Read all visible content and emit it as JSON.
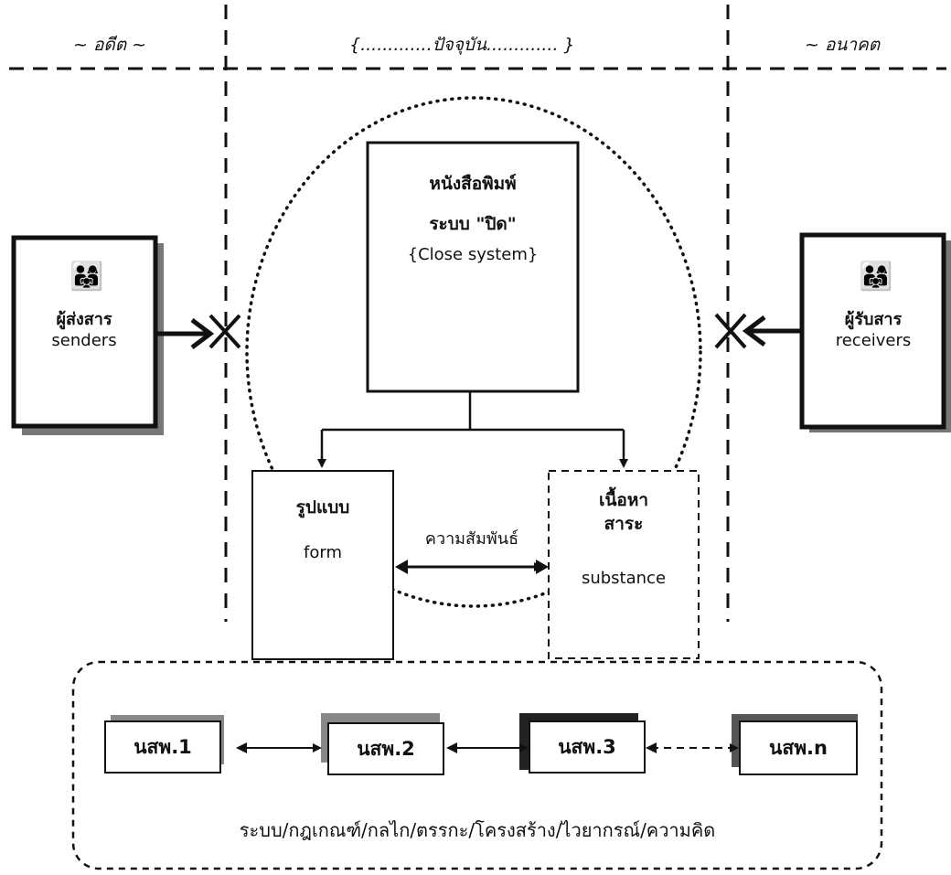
{
  "header": {
    "past": "~ อดีต ~",
    "present": "{.............ปัจจุบัน............. }",
    "future": "~ อนาคต"
  },
  "senders": {
    "icon": "people-icon",
    "label_th": "ผู้ส่งสาร",
    "label_en": "senders"
  },
  "receivers": {
    "icon": "people-icon",
    "label_th": "ผู้รับสาร",
    "label_en": "receivers"
  },
  "newspaper": {
    "title": "หนังสือพิมพ์",
    "system": "ระบบ \"ปิด\"",
    "system_en": "{Close system}"
  },
  "form_box": {
    "title": "รูปแบบ",
    "label": "form"
  },
  "substance_box": {
    "title_line1": "เนื้อหา",
    "title_line2": "สาระ",
    "label": "substance"
  },
  "relation_label": "ความสัมพันธ์",
  "newspapers": [
    "นสพ.1",
    "นสพ.2",
    "นสพ.3",
    "นสพ.n"
  ],
  "bottom_caption": "ระบบ/กฎเกณฑ์/กลไก/ตรรกะ/โครงสร้าง/ไวยากรณ์/ความคิด"
}
